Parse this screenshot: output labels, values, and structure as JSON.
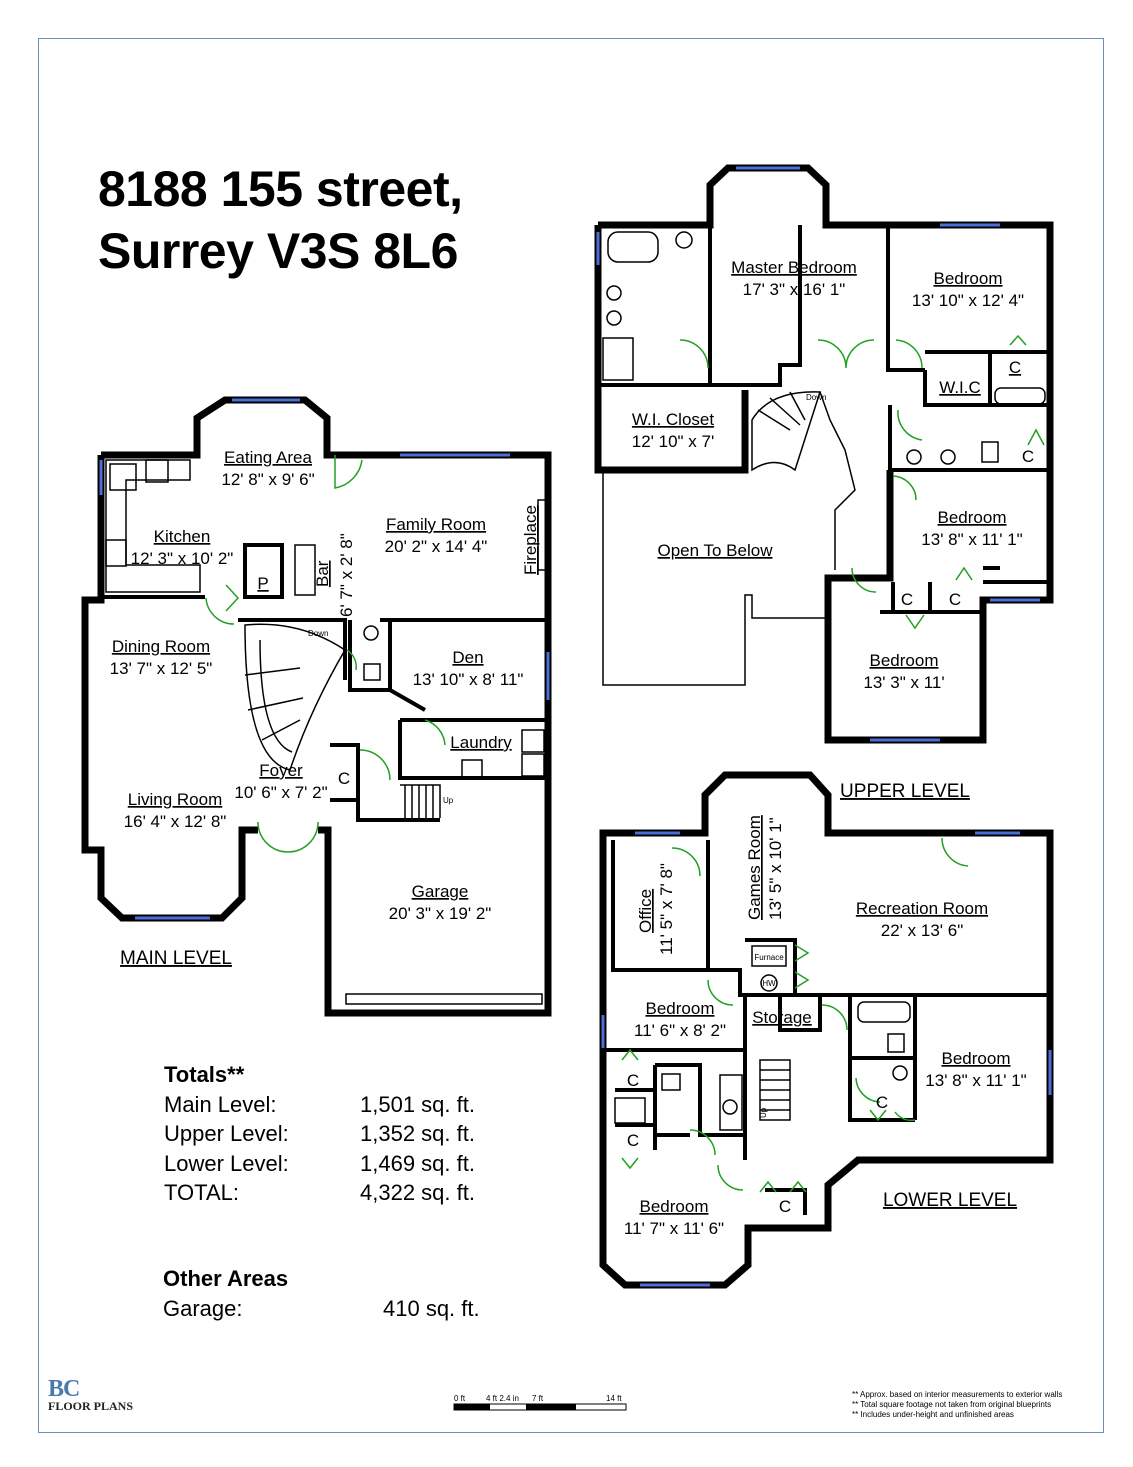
{
  "title": {
    "line1": "8188 155 street,",
    "line2": "Surrey V3S 8L6"
  },
  "levels": {
    "main": "MAIN LEVEL",
    "upper": "UPPER LEVEL",
    "lower": "LOWER LEVEL"
  },
  "main_rooms": {
    "eating_area": {
      "name": "Eating Area",
      "size": "12' 8\" x 9' 6\""
    },
    "kitchen": {
      "name": "Kitchen",
      "size": "12' 3\" x 10' 2\""
    },
    "family_room": {
      "name": "Family Room",
      "size": "20' 2\" x 14' 4\""
    },
    "fireplace": "Fireplace",
    "bar": {
      "name": "Bar",
      "size": "6' 7\" x 2' 8\""
    },
    "pantry": "P",
    "dining_room": {
      "name": "Dining Room",
      "size": "13' 7\" x 12' 5\""
    },
    "den": {
      "name": "Den",
      "size": "13' 10\" x 8' 11\""
    },
    "laundry": "Laundry",
    "foyer": {
      "name": "Foyer",
      "size": "10' 6\" x 7' 2\""
    },
    "closet": "C",
    "living_room": {
      "name": "Living Room",
      "size": "16' 4\" x 12' 8\""
    },
    "garage": {
      "name": "Garage",
      "size": "20' 3\" x 19' 2\""
    },
    "stair_down": "Down",
    "stair_up": "Up"
  },
  "upper_rooms": {
    "master": {
      "name": "Master Bedroom",
      "size": "17' 3\" x 16' 1\""
    },
    "bedroom1": {
      "name": "Bedroom",
      "size": "13' 10\" x 12' 4\""
    },
    "wic": "W.I.C",
    "closet": "C",
    "wi_closet": {
      "name": "W.I. Closet",
      "size": "12' 10\" x 7'"
    },
    "open_below": "Open To Below",
    "bedroom2": {
      "name": "Bedroom",
      "size": "13' 8\" x 11' 1\""
    },
    "bedroom3": {
      "name": "Bedroom",
      "size": "13' 3\" x 11'"
    },
    "stair_down": "Down"
  },
  "lower_rooms": {
    "games": {
      "name": "Games Room",
      "size": "13' 5\" x 10' 1\""
    },
    "office": {
      "name": "Office",
      "size": "11' 5\" x 7' 8\""
    },
    "recreation": {
      "name": "Recreation Room",
      "size": "22' x 13' 6\""
    },
    "furnace": "Furnace",
    "hw": "HW",
    "bedroom1": {
      "name": "Bedroom",
      "size": "11' 6\" x 8' 2\""
    },
    "storage": "Storage",
    "bedroom2": {
      "name": "Bedroom",
      "size": "13' 8\" x 11' 1\""
    },
    "bedroom3": {
      "name": "Bedroom",
      "size": "11' 7\" x 11' 6\""
    },
    "closet": "C",
    "stair_up": "Up"
  },
  "totals": {
    "heading": "Totals**",
    "rows": [
      {
        "label": "Main Level:",
        "value": "1,501 sq. ft."
      },
      {
        "label": "Upper Level:",
        "value": "1,352 sq. ft."
      },
      {
        "label": "Lower Level:",
        "value": "1,469 sq. ft."
      },
      {
        "label": "TOTAL:",
        "value": "4,322 sq. ft."
      }
    ]
  },
  "other_areas": {
    "heading": "Other Areas",
    "rows": [
      {
        "label": "Garage:",
        "value": "410 sq. ft."
      }
    ]
  },
  "scale_bar": {
    "t0": "0 ft",
    "t1": "4 ft 2.4 in",
    "t2": "7 ft",
    "t3": "14 ft"
  },
  "logo": {
    "mark": "BC",
    "text": "FLOOR PLANS"
  },
  "notes": [
    "** Approx. based on interior measurements to exterior walls",
    "** Total square footage not taken from original blueprints",
    "** Includes under-height and unfinished areas"
  ],
  "colors": {
    "wall": "#000000",
    "window": "#4a6fd6",
    "door": "#22a022",
    "frame": "#6b8fb8"
  }
}
